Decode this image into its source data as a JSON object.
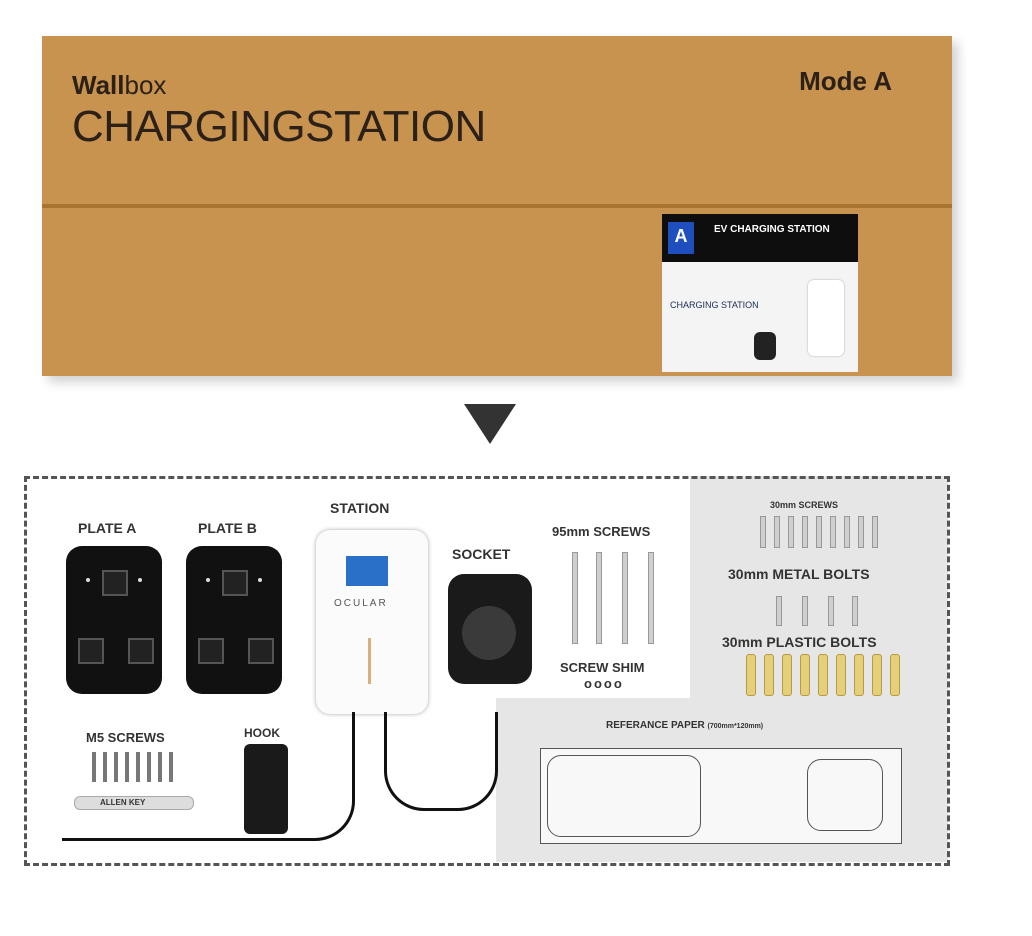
{
  "box": {
    "brand_bold": "Wall",
    "brand_light": "box",
    "title": "CHARGINGSTATION",
    "mode": "Mode A",
    "label_heading": "EV CHARGING STATION",
    "label_product": "CHARGING STATION"
  },
  "contents": {
    "plate_a": "PLATE A",
    "plate_b": "PLATE B",
    "station": "STATION",
    "station_brand": "OCULAR",
    "socket": "SOCKET",
    "screws_95": "95mm SCREWS",
    "screw_shim": "SCREW SHIM",
    "shim_marks": "oooo",
    "screws_30": "30mm SCREWS",
    "metal_bolts": "30mm METAL BOLTS",
    "plastic_bolts": "30mm PLASTIC BOLTS",
    "m5_screws": "M5 SCREWS",
    "allen_key": "ALLEN KEY",
    "hook": "HOOK",
    "reference_paper": "REFERANCE PAPER",
    "reference_size": "(700mm*120mm)"
  },
  "colors": {
    "cardboard": "#c8924f",
    "panel_gray": "#e6e6e6",
    "station_screen": "#2b70c8",
    "plastic_bolt": "#e6cf7a"
  }
}
